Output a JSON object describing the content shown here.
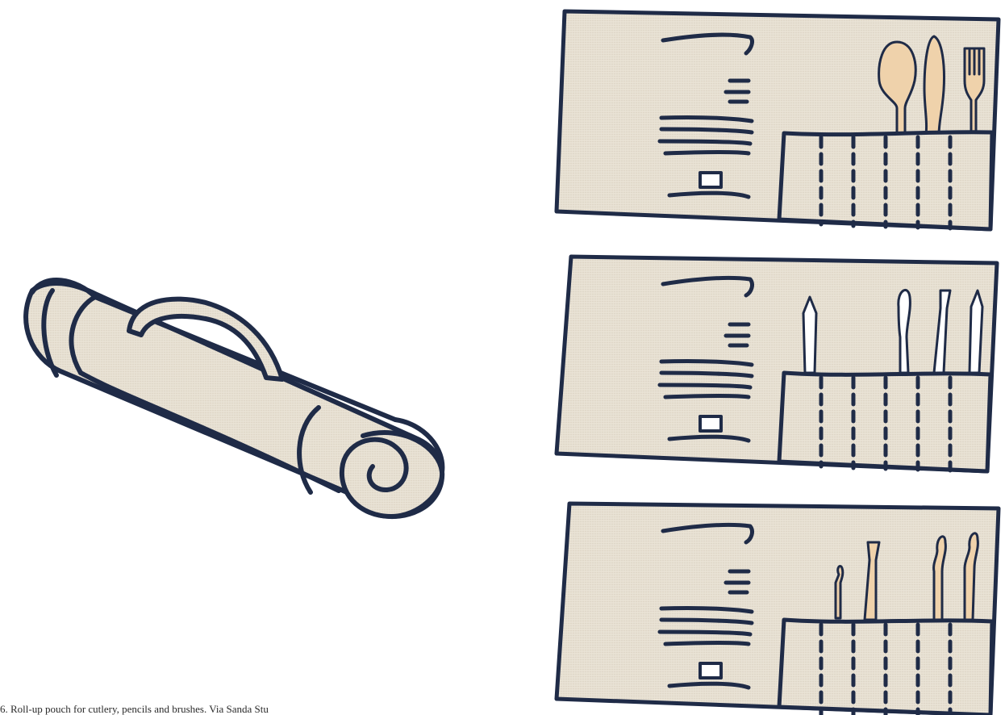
{
  "caption": "6. Roll-up pouch for cutlery, pencils and brushes. Via Sanda Stu",
  "colors": {
    "linen": "#e7e0d2",
    "linen_dark": "#d9d0bf",
    "ink": "#1f2b47",
    "wood": "#efd2ab",
    "white": "#ffffff"
  },
  "panels": [
    {
      "name": "cutlery-panel",
      "contents": [
        "wooden-spoon",
        "wooden-knife",
        "wooden-fork"
      ]
    },
    {
      "name": "pencils-panel",
      "contents": [
        "pencil",
        "paint-brush",
        "flat-brush",
        "pencil"
      ]
    },
    {
      "name": "brushes-panel",
      "contents": [
        "round-brush",
        "flat-brush",
        "round-brush",
        "round-brush"
      ]
    }
  ]
}
